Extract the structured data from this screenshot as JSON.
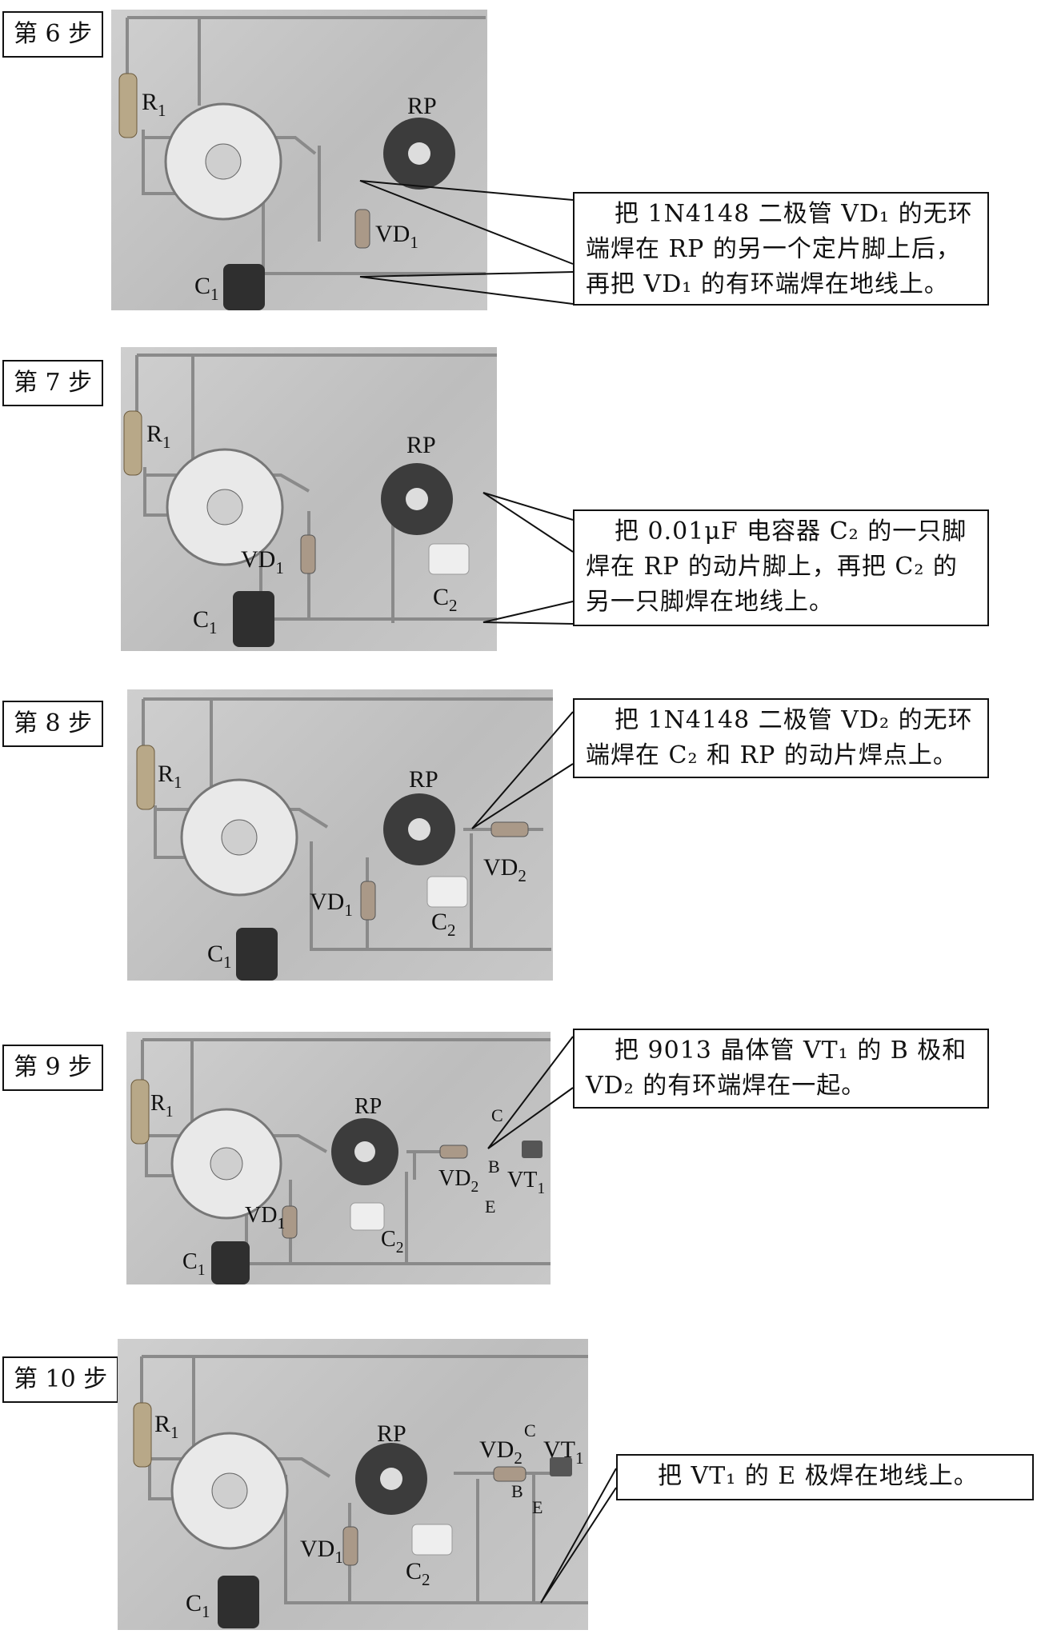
{
  "steps": [
    {
      "label": "第 6 步",
      "photo_labels": {
        "r1": "R",
        "r1_sub": "1",
        "rp": "RP",
        "vd1": "VD",
        "vd1_sub": "1",
        "c1": "C",
        "c1_sub": "1"
      },
      "callout": "把 1N4148 二极管 VD₁ 的无环端焊在 RP 的另一个定片脚上后，再把 VD₁ 的有环端焊在地线上。"
    },
    {
      "label": "第 7 步",
      "photo_labels": {
        "r1": "R",
        "r1_sub": "1",
        "rp": "RP",
        "vd1": "VD",
        "vd1_sub": "1",
        "c1": "C",
        "c1_sub": "1",
        "c2": "C",
        "c2_sub": "2"
      },
      "callout": "把 0.01μF 电容器 C₂ 的一只脚焊在 RP 的动片脚上，再把 C₂ 的另一只脚焊在地线上。"
    },
    {
      "label": "第 8 步",
      "photo_labels": {
        "r1": "R",
        "r1_sub": "1",
        "rp": "RP",
        "vd1": "VD",
        "vd1_sub": "1",
        "c1": "C",
        "c1_sub": "1",
        "c2": "C",
        "c2_sub": "2",
        "vd2": "VD",
        "vd2_sub": "2"
      },
      "callout": "把 1N4148 二极管 VD₂ 的无环端焊在 C₂ 和 RP 的动片焊点上。"
    },
    {
      "label": "第 9 步",
      "photo_labels": {
        "r1": "R",
        "r1_sub": "1",
        "rp": "RP",
        "vd1": "VD",
        "vd1_sub": "1",
        "c1": "C",
        "c1_sub": "1",
        "c2": "C",
        "c2_sub": "2",
        "vd2": "VD",
        "vd2_sub": "2",
        "vt1": "VT",
        "vt1_sub": "1",
        "c": "C",
        "b": "B",
        "e": "E"
      },
      "callout": "把 9013 晶体管 VT₁ 的 B 极和 VD₂ 的有环端焊在一起。"
    },
    {
      "label": "第 10 步",
      "photo_labels": {
        "r1": "R",
        "r1_sub": "1",
        "rp": "RP",
        "vd1": "VD",
        "vd1_sub": "1",
        "c1": "C",
        "c1_sub": "1",
        "c2": "C",
        "c2_sub": "2",
        "vd2": "VD",
        "vd2_sub": "2",
        "vt1": "VT",
        "vt1_sub": "1",
        "c": "C",
        "b": "B",
        "e": "E"
      },
      "callout": "把 VT₁ 的 E 极焊在地线上。"
    }
  ]
}
